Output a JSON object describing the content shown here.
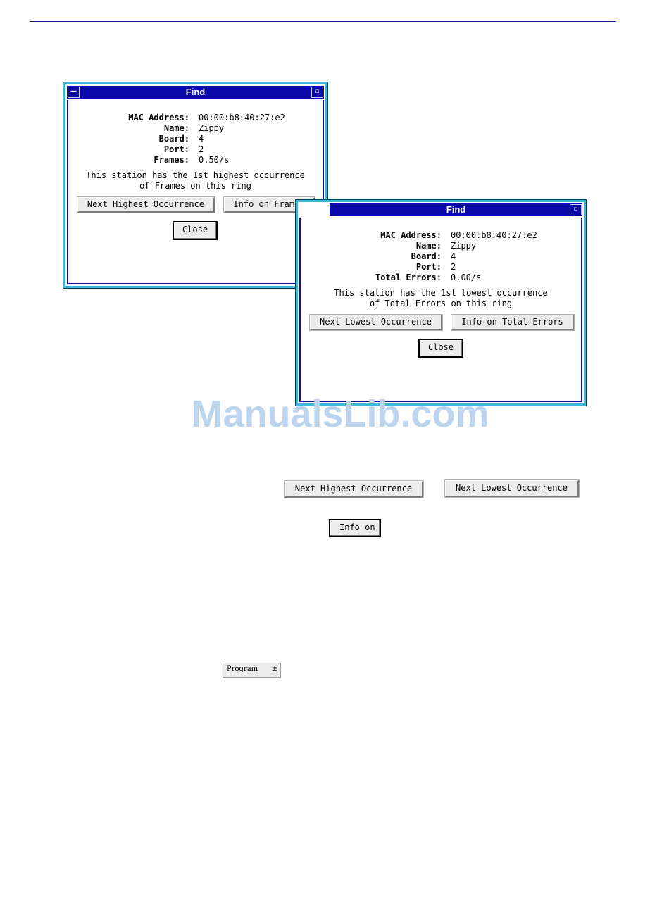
{
  "window1": {
    "title": "Find",
    "minimize_glyph": "—",
    "maximize_glyph": "▫",
    "fields": [
      {
        "label": "MAC Address:",
        "value": "00:00:b8:40:27:e2"
      },
      {
        "label": "Name:",
        "value": "Zippy"
      },
      {
        "label": "Board:",
        "value": "4"
      },
      {
        "label": "Port:",
        "value": "2"
      },
      {
        "label": "Frames:",
        "value": "0.50/s"
      }
    ],
    "message_line1": "This station has the 1st highest occurrence",
    "message_line2": "of Frames on this ring",
    "next_button": "Next Highest Occurrence",
    "info_button": "Info on Frames",
    "close_button": "Close"
  },
  "window2": {
    "title": "Find",
    "maximize_glyph": "▫",
    "fields": [
      {
        "label": "MAC Address:",
        "value": "00:00:b8:40:27:e2"
      },
      {
        "label": "Name:",
        "value": "Zippy"
      },
      {
        "label": "Board:",
        "value": "4"
      },
      {
        "label": "Port:",
        "value": "2"
      },
      {
        "label": "Total Errors:",
        "value": "0.00/s"
      }
    ],
    "message_line1": "This station has the 1st lowest occurrence",
    "message_line2": "of Total Errors on this ring",
    "next_button": "Next Lowest Occurrence",
    "info_button": "Info on Total Errors",
    "close_button": "Close"
  },
  "watermark": "ManualsLib.com",
  "standalone": {
    "next_highest": "Next Highest Occurrence",
    "next_lowest": "Next Lowest Occurrence",
    "info_on": "Info on",
    "program_select": "Program",
    "program_arrow": "±"
  },
  "colors": {
    "titlebar": "#0a0aa8",
    "window_border": "#3fb8d8",
    "button_face": "#ececec",
    "watermark": "#bcd4ee"
  }
}
